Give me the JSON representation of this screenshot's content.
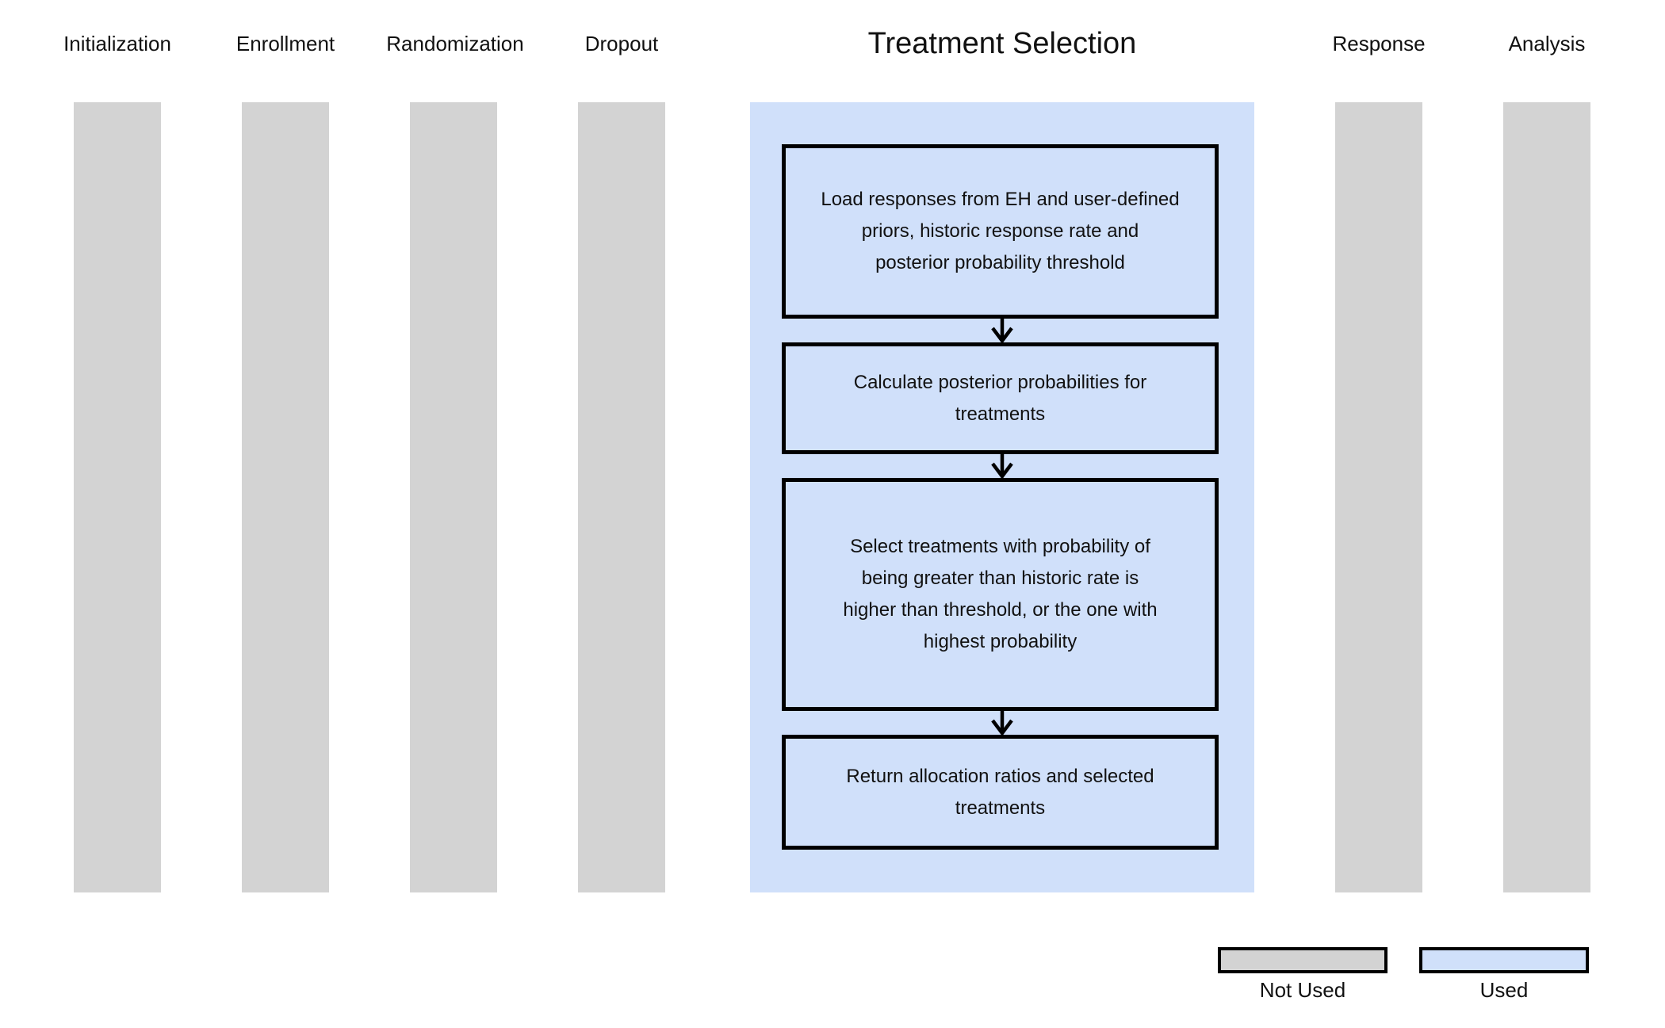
{
  "diagram": {
    "columns": [
      {
        "label": "Initialization",
        "status": "not-used"
      },
      {
        "label": "Enrollment",
        "status": "not-used"
      },
      {
        "label": "Randomization",
        "status": "not-used"
      },
      {
        "label": "Dropout",
        "status": "not-used"
      },
      {
        "label": "Treatment Selection",
        "status": "used"
      },
      {
        "label": "Response",
        "status": "not-used"
      },
      {
        "label": "Analysis",
        "status": "not-used"
      }
    ],
    "flow_steps": [
      {
        "text": "Load responses from EH and user-defined\npriors, historic response rate and\nposterior probability threshold"
      },
      {
        "text": "Calculate posterior probabilities for\ntreatments"
      },
      {
        "text": "Select treatments with probability of\nbeing greater than historic rate is\nhigher than threshold, or the one with\nhighest probability"
      },
      {
        "text": "Return allocation ratios and selected\ntreatments"
      }
    ],
    "legend": {
      "not_used_label": "Not Used",
      "used_label": "Used"
    },
    "colors": {
      "not_used_fill": "#d3d3d3",
      "used_fill": "#d0e0fa",
      "outline": "#000000"
    }
  }
}
